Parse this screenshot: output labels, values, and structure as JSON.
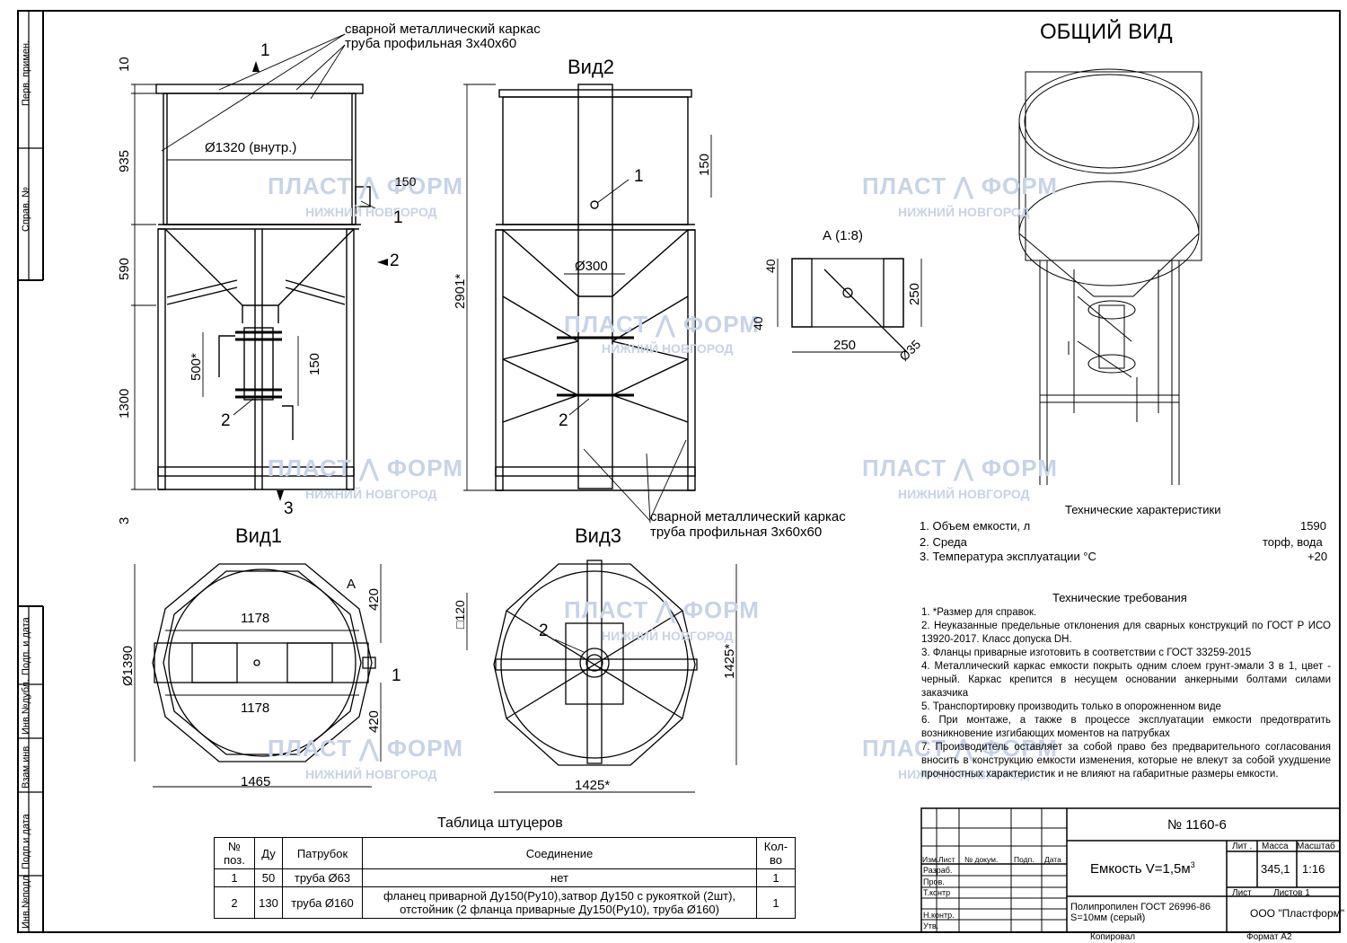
{
  "title_general": "ОБЩИЙ ВИД",
  "views": {
    "v1": "Вид1",
    "v2": "Вид2",
    "v3": "Вид3",
    "detail": "А (1:8)"
  },
  "callouts": {
    "frame_top_1": "сварной металлический каркас",
    "frame_top_2": "труба профильная 3х40х60",
    "frame_mid_1": "сварной металлический каркас",
    "frame_mid_2": "труба профильная 3х60х60"
  },
  "dims": {
    "d10": "10",
    "d935": "935",
    "d590": "590",
    "d1300": "1300",
    "d3": "3",
    "d1320": "Ø1320 (внутр.)",
    "d150a": "150",
    "d150b": "150",
    "d150c": "150",
    "d500": "500*",
    "d2901": "2901*",
    "d300": "Ø300",
    "d40a": "40",
    "d40b": "40",
    "d250a": "250",
    "d250b": "250",
    "d35": "Ø35",
    "d1178a": "1178",
    "d1178b": "1178",
    "d420a": "420",
    "d420b": "420",
    "d1390": "Ø1390",
    "d1465": "1465",
    "d120": "□120",
    "d1425a": "1425*",
    "d1425b": "1425*",
    "mA": "А"
  },
  "markers": {
    "m1a": "1",
    "m1b": "1",
    "m1c": "1",
    "m1d": "1",
    "m2a": "2",
    "m2b": "2",
    "m2c": "2",
    "m2d": "2",
    "m3": "3"
  },
  "watermark": {
    "brand_left": "ПЛАСТ",
    "brand_right": "ФОРМ",
    "city": "НИЖНИЙ НОВГОРОД"
  },
  "side_labels": [
    "Перв. примен.",
    "Справ. №",
    "Подп. и дата",
    "Инв.№дубл.",
    "Взам.инв",
    "Подп.и дата",
    "Инв.№подл"
  ],
  "tech_chars": {
    "title": "Технические характеристики",
    "rows": [
      {
        "label": "1.  Объем емкости, л",
        "value": "1590"
      },
      {
        "label": "2.  Среда",
        "value": "торф, вода"
      },
      {
        "label": "3.  Температура эксплуатации °С",
        "value": "+20"
      }
    ]
  },
  "tech_req": {
    "title": "Технические требования",
    "items": [
      "1. *Размер для справок.",
      "2.  Неуказанные предельные отклонения для сварных конструкций по ГОСТ Р ИСО 13920-2017. Класс допуска  DH.",
      "3. Фланцы приварные изготовить  в соответствии с ГОСТ 33259-2015",
      "4. Металлический каркас емкости покрыть одним слоем грунт-эмали 3 в 1, цвет - черный. Каркас крепится в несущем основании анкерными болтами силами заказчика",
      "5. Транспортировку производить только в опорожненном виде",
      "6. При монтаже, а также в процессе эксплуатации емкости предотвратить возникновение изгибающих моментов на патрубках",
      "7.  Производитель  оставляет  за  собой  право  без  предварительного согласования  вносить в конструкцию емкости изменения, которые не влекут за собой  ухудшение прочностных характеристик и не влияют на габаритные размеры емкости."
    ]
  },
  "table": {
    "title": "Таблица штуцеров",
    "headers": [
      "№ поз.",
      "Ду",
      "Патрубок",
      "Соединение",
      "Кол-во"
    ],
    "rows": [
      [
        "1",
        "50",
        "труба Ø63",
        "нет",
        "1"
      ],
      [
        "2",
        "130",
        "труба Ø160",
        "фланец приварной Ду150(Ру10),затвор Ду150 с рукояткой (2шт), отстойник (2 фланца приварные Ду150(Ру10), труба Ø160)",
        "1"
      ]
    ]
  },
  "stamp": {
    "doc_number": "№ 1160-6",
    "name": "Емкость V=1,5м",
    "name_sup": "3",
    "material_1": "Полипропилен ГОСТ 26996-86",
    "material_2": "S=10мм (серый)",
    "company": "ООО \"Пластформ\"",
    "h_lit": "Лит .",
    "h_mass": "Масса",
    "h_scale": "Масштаб",
    "mass": "345,1",
    "scale": "1:16",
    "list": "Лист",
    "lists": "Листов   1",
    "cols": [
      "Изм.",
      "Лист",
      "№ докум.",
      "Подп.",
      "Дата"
    ],
    "roles": [
      "Разраб.",
      "Пров.",
      "Т.контр",
      "",
      "Н.контр.",
      "Утв."
    ],
    "copied": "Копировал",
    "format": "Формат    А2"
  }
}
